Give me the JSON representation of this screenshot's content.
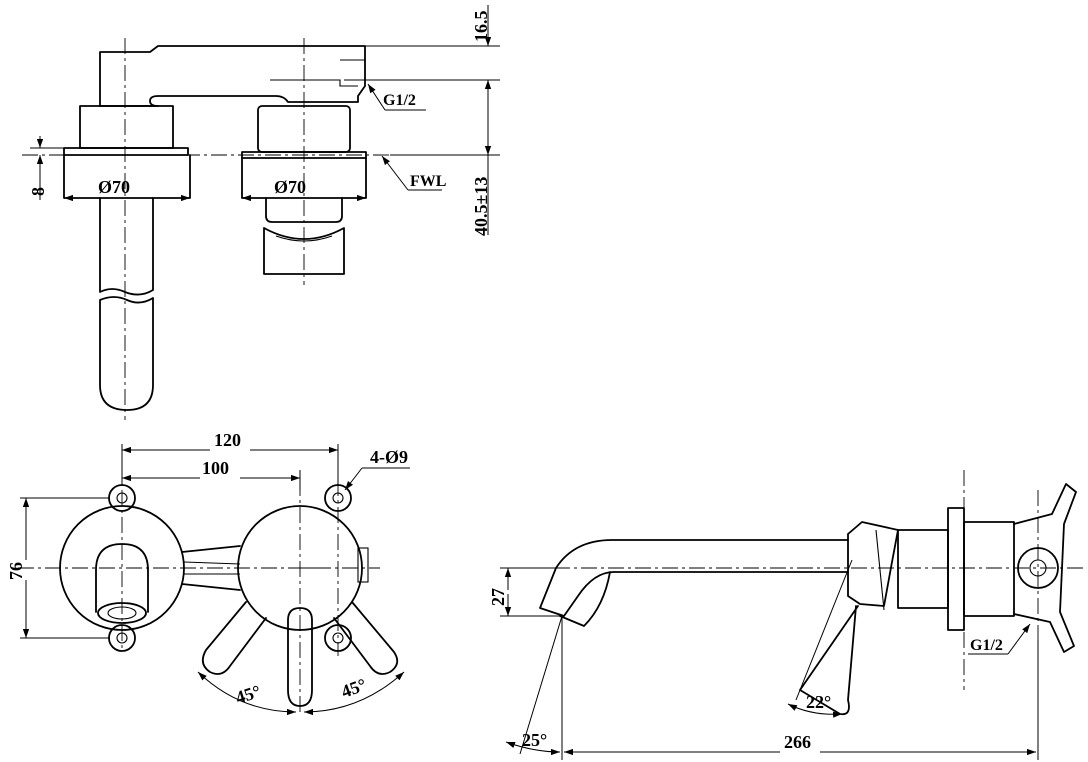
{
  "top_view": {
    "dim_height_upper": "16.5",
    "thread_label": "G1/2",
    "fwl_label": "FWL",
    "dim_plate": "8",
    "dim_depth": "40.5±13",
    "diameter_left": "Ø70",
    "diameter_right": "Ø70"
  },
  "front_view": {
    "dim_width_outer": "120",
    "dim_width_inner": "100",
    "holes_label": "4-Ø9",
    "dim_height": "76",
    "angle_left": "45°",
    "angle_right": "45°"
  },
  "side_view": {
    "dim_spout_height": "27",
    "angle_handle": "22°",
    "angle_spout": "25°",
    "dim_spout_length": "266",
    "thread_label": "G1/2"
  }
}
